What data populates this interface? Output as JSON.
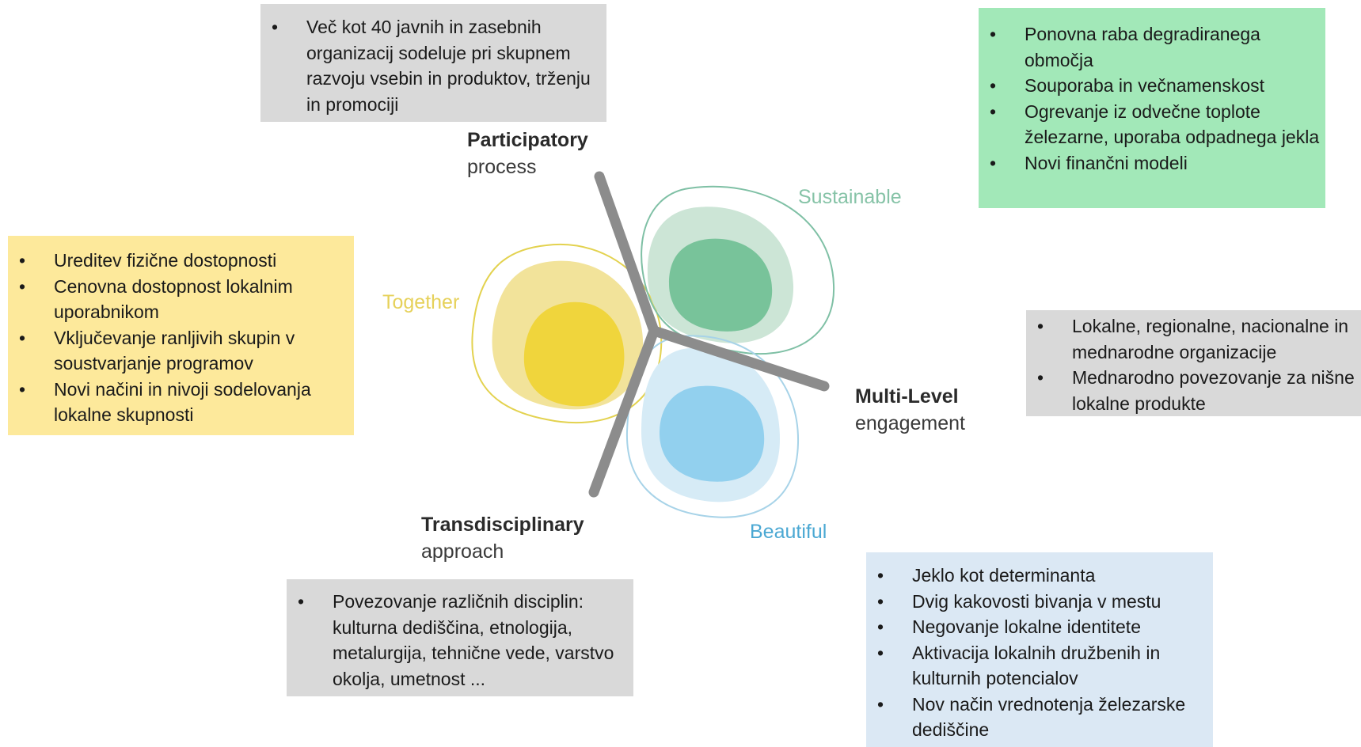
{
  "boxes": {
    "top": [
      "Več kot 40 javnih in zasebnih organizacij sodeluje pri skupnem razvoju vsebin in produktov, trženju in promociji"
    ],
    "green": [
      "Ponovna raba degradiranega območja",
      "Souporaba in večnamenskost",
      "Ogrevanje iz odvečne toplote železarne, uporaba odpadnega jekla",
      "Novi finančni modeli"
    ],
    "yellow": [
      "Ureditev fizične dostopnosti",
      "Cenovna dostopnost lokalnim uporabnikom",
      "Vključevanje ranljivih skupin v soustvarjanje programov",
      "Novi načini in nivoji sodelovanja lokalne skupnosti"
    ],
    "right": [
      "Lokalne, regionalne, nacionalne in mednarodne organizacije",
      "Mednarodno povezovanje za nišne lokalne produkte"
    ],
    "bottom": [
      "Povezovanje različnih disciplin: kulturna dediščina, etnologija, metalurgija, tehnične vede, varstvo okolja, umetnost ..."
    ],
    "blue": [
      "Jeklo kot determinanta",
      "Dvig kakovosti bivanja v mestu",
      "Negovanje lokalne identitete",
      "Aktivacija lokalnih družbenih in kulturnih potencialov",
      "Nov način vrednotenja železarske dediščine"
    ]
  },
  "axes": {
    "participatory": {
      "bold": "Participatory",
      "normal": "process"
    },
    "multilevel": {
      "bold": "Multi-Level",
      "normal": "engagement"
    },
    "transdisciplinary": {
      "bold": "Transdisciplinary",
      "normal": "approach"
    }
  },
  "categories": {
    "together": "Together",
    "sustainable": "Sustainable",
    "beautiful": "Beautiful"
  },
  "colors": {
    "together": "#f0d53c",
    "sustainable": "#5fb98a",
    "beautiful": "#8ecbea",
    "divider": "#8c8c8c"
  }
}
